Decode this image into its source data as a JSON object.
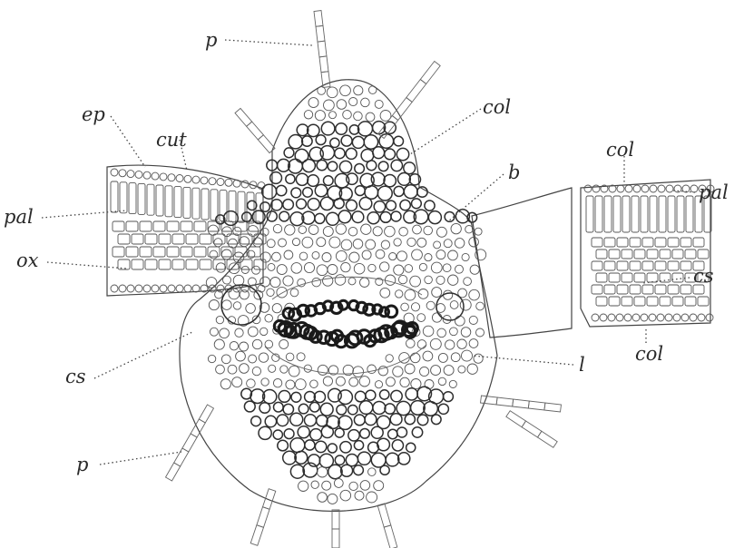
{
  "figure": {
    "labels": {
      "p_top": "p",
      "ep": "ep",
      "cut": "cut",
      "col_center": "col",
      "b": "b",
      "col_right_top": "col",
      "pal_right": "pal",
      "pal_left": "pal",
      "ox": "ox",
      "cs_right": "cs",
      "cs_left": "cs",
      "l": "l",
      "col_right_bottom": "col",
      "p_bottom": "p"
    }
  }
}
